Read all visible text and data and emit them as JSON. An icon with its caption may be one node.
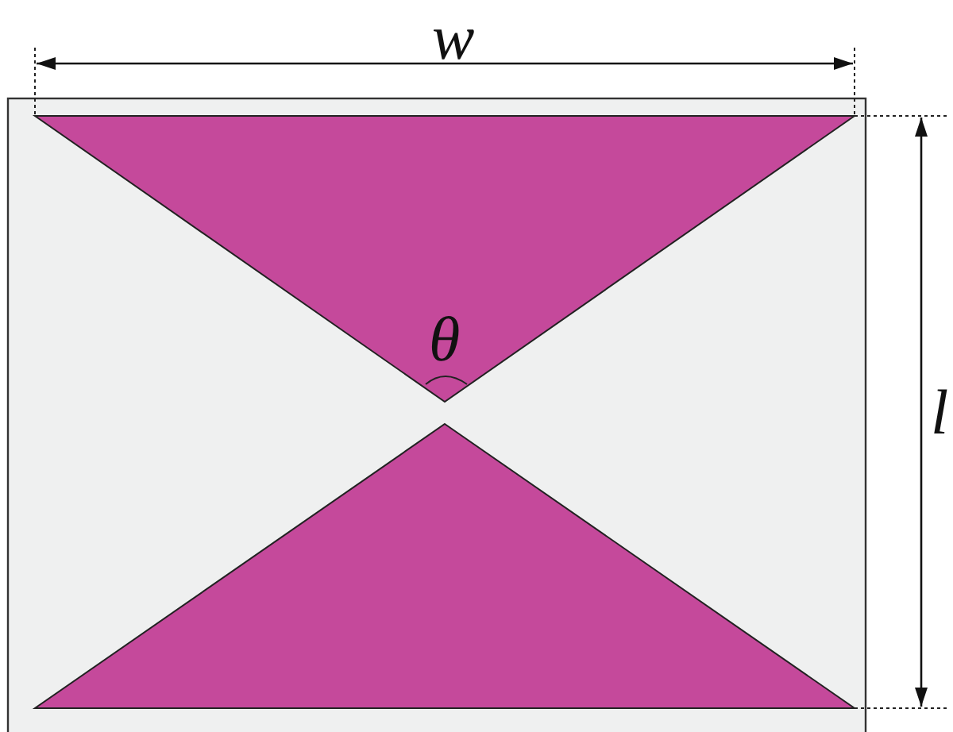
{
  "diagram": {
    "labels": [
      "w",
      "θ",
      "l"
    ]
  }
}
